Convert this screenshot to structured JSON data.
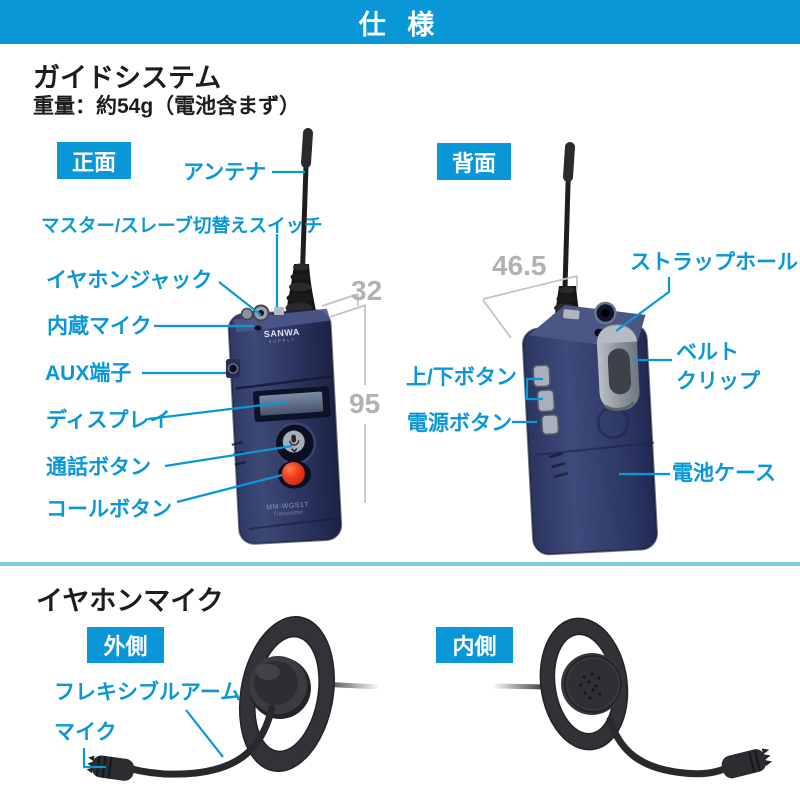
{
  "header": {
    "title": "仕 様"
  },
  "colors": {
    "accent_blue": "#0a97d7",
    "divider_blue": "#7fc6e2",
    "dimension_gray": "#b2b2b4",
    "device_navy": "#2b3560",
    "call_button_red": "#e5301d"
  },
  "guide": {
    "title": "ガイドシステム",
    "weight": "重量：約54g（電池含まず）",
    "front_badge": "正面",
    "back_badge": "背面",
    "front_labels": {
      "antenna": "アンテナ",
      "master_slave": "マスター/スレーブ切替えスイッチ",
      "earphone_jack": "イヤホンジャック",
      "builtin_mic": "内蔵マイク",
      "aux": "AUX端子",
      "display": "ディスプレイ",
      "talk_button": "通話ボタン",
      "call_button": "コールボタン"
    },
    "back_labels": {
      "strap_hole": "ストラップホール",
      "belt_clip": "ベルト\nクリップ",
      "up_down": "上/下ボタン",
      "power": "電源ボタン",
      "battery_case": "電池ケース"
    },
    "dimensions": {
      "width_mm": "32",
      "height_mm": "95",
      "depth_mm": "46.5"
    }
  },
  "earphone": {
    "title": "イヤホンマイク",
    "outer_badge": "外側",
    "inner_badge": "内側",
    "labels": {
      "flexible_arm": "フレキシブルアーム",
      "mic": "マイク"
    }
  },
  "device_markings": {
    "brand": "SANWA",
    "brand_sub": "SUPPLY",
    "model": "MM-WGS1T",
    "model_sub": "Transmitter"
  }
}
